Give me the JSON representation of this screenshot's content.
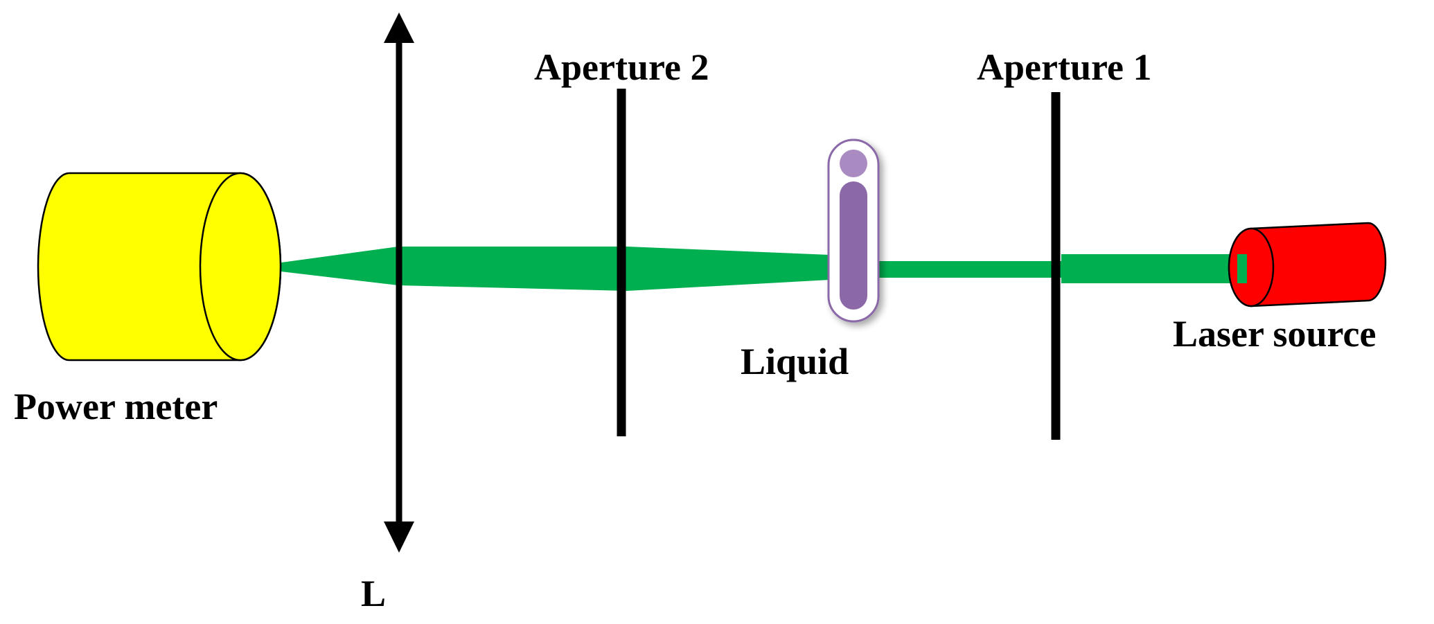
{
  "labels": {
    "power_meter": "Power meter",
    "lens": "L",
    "aperture_2": "Aperture 2",
    "aperture_1": "Aperture 1",
    "liquid": "Liquid",
    "laser_source": "Laser source"
  },
  "colors": {
    "power_meter_fill": "#ffff00",
    "laser_source_fill": "#ff0000",
    "beam": "#00b050",
    "liquid_tube": "#8b67a8",
    "liquid_tube_light": "#a98bc2",
    "outline": "#000000"
  },
  "icons": {
    "power_meter": "yellow-cylinder",
    "laser_source": "red-cylinder",
    "lens": "double-headed-arrow",
    "liquid_cell": "cuvette-tube"
  }
}
